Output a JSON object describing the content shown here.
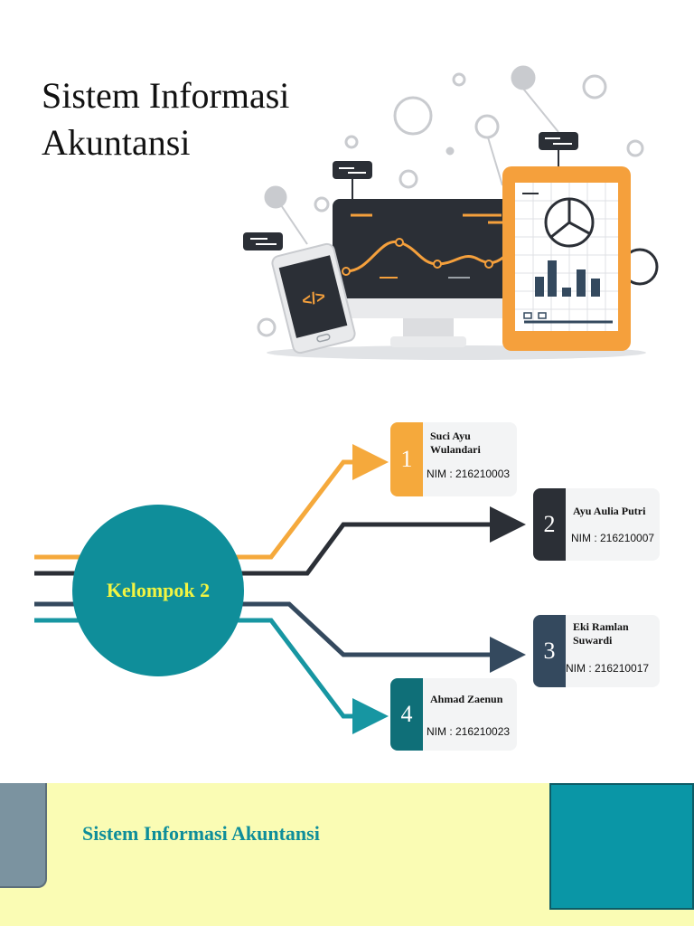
{
  "title": {
    "line1": "Sistem Informasi",
    "line2": "Akuntansi"
  },
  "illustration": {
    "code_icon": "</>",
    "colors": {
      "orange": "#f5a03c",
      "dark": "#2b2f36",
      "teal": "#0f8e9a"
    }
  },
  "group": {
    "label": "Kelompok 2"
  },
  "members": [
    {
      "number": "1",
      "name_line1": "Suci Ayu",
      "name_line2": "Wulandari",
      "nim": "NIM : 216210003",
      "color": "#f5a93c"
    },
    {
      "number": "2",
      "name_line1": "Ayu Aulia Putri",
      "name_line2": "",
      "nim": "NIM : 216210007",
      "color": "#2b2f36"
    },
    {
      "number": "3",
      "name_line1": "Eki Ramlan",
      "name_line2": "Suwardi",
      "nim": "NIM : 216210017",
      "color": "#34495e"
    },
    {
      "number": "4",
      "name_line1": "Ahmad Zaenun",
      "name_line2": "",
      "nim": "NIM : 216210023",
      "color": "#0f6f78"
    }
  ],
  "footer": {
    "text": "Sistem Informasi Akuntansi"
  }
}
